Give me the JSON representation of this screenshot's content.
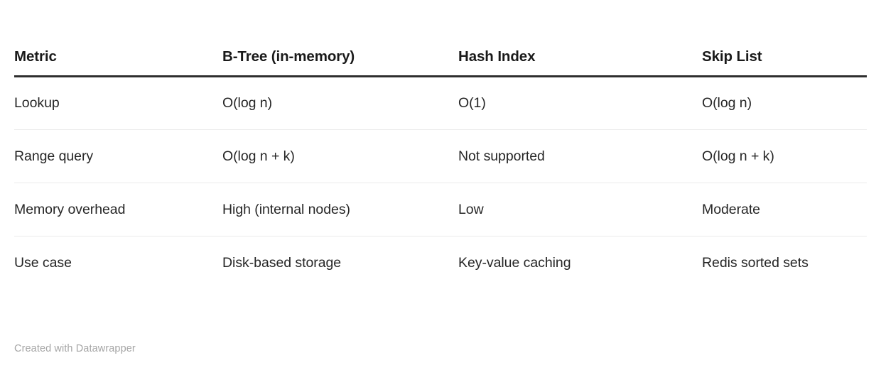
{
  "colors": {
    "background": "#ffffff",
    "header_text": "#1a1a1a",
    "body_text": "#262626",
    "header_rule": "#2e2e2e",
    "row_divider": "#ececec",
    "credit_text": "#a5a5a5"
  },
  "table": {
    "columns": [
      {
        "label": "Metric"
      },
      {
        "label": "B-Tree (in-memory)"
      },
      {
        "label": "Hash Index"
      },
      {
        "label": "Skip List"
      }
    ],
    "rows": [
      {
        "metric": "Lookup",
        "btree": "O(log n)",
        "hash": "O(1)",
        "skiplist": "O(log n)"
      },
      {
        "metric": "Range query",
        "btree": "O(log n + k)",
        "hash": "Not supported",
        "skiplist": "O(log n + k)"
      },
      {
        "metric": "Memory overhead",
        "btree": "High (internal nodes)",
        "hash": "Low",
        "skiplist": "Moderate"
      },
      {
        "metric": "Use case",
        "btree": "Disk-based storage",
        "hash": "Key-value caching",
        "skiplist": "Redis sorted sets"
      }
    ]
  },
  "footer": {
    "credit": "Created with Datawrapper"
  }
}
